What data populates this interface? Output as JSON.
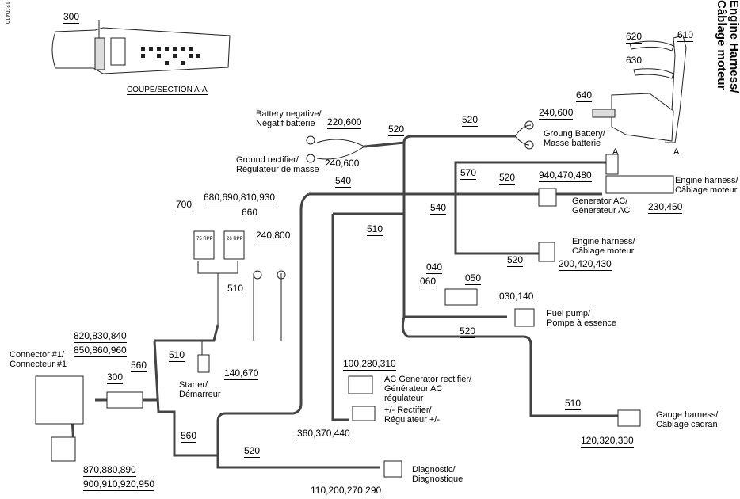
{
  "title": {
    "line1": "Engine Harness/",
    "line2": "Câblage moteur"
  },
  "ref_code": "12JD410",
  "section_label": "COUPE/SECTION A-A",
  "section_marker": "A",
  "callouts": {
    "c300_top": "300",
    "c620": "620",
    "c610": "610",
    "c630": "630",
    "c640": "640",
    "c220_600": "220,600",
    "c520_top": "520",
    "c520_b": "520",
    "c240_600_a": "240,600",
    "c240_600_b": "240,600",
    "c540_a": "540",
    "c540_b": "540",
    "c570": "570",
    "c520_c": "520",
    "c940": "940,470,480",
    "c230": "230,450",
    "c700": "700",
    "c680": "680,690,810,930",
    "c660": "660",
    "c240_800": "240,800",
    "c510_a": "510",
    "c510_b": "510",
    "c520_d": "520",
    "c200": "200,420,430",
    "c040": "040",
    "c050": "050",
    "c060": "060",
    "c030": "030,140",
    "c520_e": "520",
    "c820": "820,830,840",
    "c850": "850,860,960",
    "c510_c": "510",
    "c300_b": "300",
    "c560_a": "560",
    "c140": "140,670",
    "c100": "100,280,310",
    "c360": "360,370,440",
    "c560_b": "560",
    "c520_f": "520",
    "c510_d": "510",
    "c120": "120,320,330",
    "c870": "870,880,890",
    "c900": "900,910,920,950",
    "c110": "110,200,270,290"
  },
  "labels": {
    "battery_neg": [
      "Battery negative/",
      "Négatif batterie"
    ],
    "ground_rect": [
      "Ground rectifier/",
      "Régulateur de masse"
    ],
    "ground_batt": [
      "Groung Battery/",
      "Masse batterie"
    ],
    "eng_harness1": [
      "Engine harness/",
      "Câblage moteur"
    ],
    "gen_ac": [
      "Generator AC/",
      "Génerateur AC"
    ],
    "eng_harness2": [
      "Engine harness/",
      "Câblage moteur"
    ],
    "fuel_pump": [
      "Fuel pump/",
      "Pompe à essence"
    ],
    "connector1": [
      "Connector #1/",
      "Connecteur #1"
    ],
    "starter": [
      "Starter/",
      "Démarreur"
    ],
    "ac_gen_rect": [
      "AC Generator rectifier/",
      "Générateur AC",
      "régulateur"
    ],
    "rectifier": [
      "+/- Rectifier/",
      "Régulateur +/-"
    ],
    "gauge": [
      "Gauge harness/",
      "Câblage cadran"
    ],
    "diagnostic": [
      "Diagnostic/",
      "Diagnostique"
    ],
    "relay1": "75 RPP",
    "relay2": "26 RPP"
  }
}
